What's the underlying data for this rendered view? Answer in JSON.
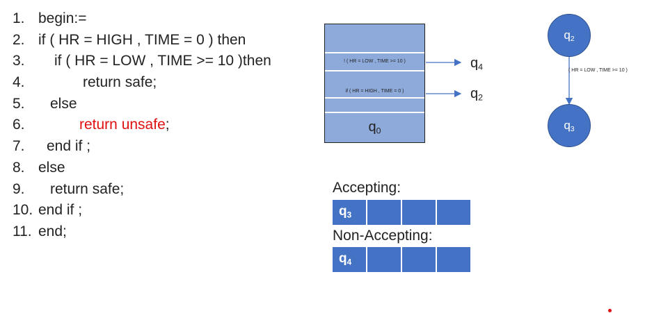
{
  "code": {
    "lines": [
      {
        "num": "1.",
        "text": "begin:=",
        "indent": 0
      },
      {
        "num": "2.",
        "text": "if ( HR = HIGH , TIME = 0 ) then",
        "indent": 0
      },
      {
        "num": "3.",
        "text": "if ( HR = LOW , TIME >= 10 )then",
        "indent": 1
      },
      {
        "num": "4.",
        "text": "return safe;",
        "indent": 2
      },
      {
        "num": "5.",
        "text": "else",
        "indent": 3
      },
      {
        "num": "6.",
        "text_prefix": "return unsafe",
        "text_suffix": ";",
        "indent": 4
      },
      {
        "num": "7.",
        "text": "end if ;",
        "indent": 5
      },
      {
        "num": "8.",
        "text": "else",
        "indent": 0
      },
      {
        "num": "9.",
        "text": "return safe;",
        "indent": 3
      },
      {
        "num": "10.",
        "text": "end if ;",
        "indent": 0
      },
      {
        "num": "11.",
        "text": "end;",
        "indent": 0
      }
    ]
  },
  "stack": {
    "cond_top": "! ( HR = LOW , TIME >= 10 )",
    "cond_mid": "if ( HR = HIGH , TIME = 0 )",
    "bottom_state": {
      "base": "q",
      "sub": "0"
    }
  },
  "arrows": [
    {
      "base": "q",
      "sub": "4"
    },
    {
      "base": "q",
      "sub": "2"
    }
  ],
  "graph": {
    "node_top": {
      "base": "q",
      "sub": "2"
    },
    "node_bottom": {
      "base": "q",
      "sub": "3"
    },
    "edge_label": "( HR = LOW , TIME >= 10 )"
  },
  "accepting": {
    "label": "Accepting:",
    "state": {
      "base": "q",
      "sub": "3"
    }
  },
  "non_accepting": {
    "label": "Non-Accepting:",
    "state": {
      "base": "q",
      "sub": "4"
    }
  },
  "colors": {
    "stack_fill": "#8eaadb",
    "node_fill": "#4472c4",
    "tape_fill": "#4472c4",
    "highlight": "#e01010"
  }
}
